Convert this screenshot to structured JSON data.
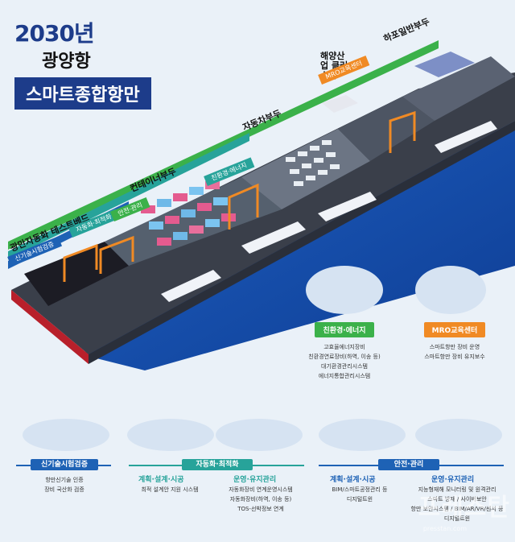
{
  "header": {
    "year": "2030년",
    "region": "광양항",
    "title": "스마트종합항만"
  },
  "zones": [
    {
      "name": "광만자동화 테스트베드"
    },
    {
      "name": "컨테이너부두"
    },
    {
      "name": "자동차부두"
    },
    {
      "name": "해양산업 클러스터"
    },
    {
      "name": "하포일반부두"
    }
  ],
  "bands": [
    {
      "text": "신기술시험검증"
    },
    {
      "text": "자동화·최적화"
    },
    {
      "text": "안전·관리"
    },
    {
      "text": "친환경·에너지"
    },
    {
      "text": "MRO교육센터"
    }
  ],
  "cards": {
    "eco": {
      "title": "친환경·에너지",
      "lines": [
        "고효율에너지장비",
        "친환경연료장비(하역, 이송 등)",
        "대기환경관리시스템",
        "에너지통합관리시스템"
      ]
    },
    "mro": {
      "title": "MRO교육센터",
      "lines": [
        "스마트항만 장비 운영",
        "스마트항만 장비 유지보수"
      ]
    }
  },
  "bottom": {
    "pill_test": "신기술시험검증",
    "pill_auto": "자동화·최적화",
    "pill_safety": "안전·관리",
    "test": {
      "lines": [
        "항만신기술 인증",
        "장비 국산화 검증"
      ]
    },
    "plan": {
      "title": "계획·설계·시공",
      "lines": [
        "최적 설계안 지원 시스템"
      ]
    },
    "ops": {
      "title": "운영·유지관리",
      "lines": [
        "자동화장비 연계운영시스템",
        "자동화장비(하역, 이송 등)",
        "TOS-선박정보 연계"
      ]
    },
    "s_plan": {
      "title": "계획·설계·시공",
      "lines": [
        "BIM/스마트공정관리 등",
        "디지털트윈"
      ]
    },
    "s_ops": {
      "title": "운영·유지관리",
      "lines": [
        "지능형재해 모니터링 및 원격관리",
        "스마트 방재 / 사이버보안",
        "항만 보안시스템 / BIM/AR/VR/센서 등",
        "디지털트윈"
      ]
    }
  },
  "watermark": {
    "text": "프레스탄",
    "sub": "presstan.com"
  },
  "colors": {
    "navy": "#1d3c8a",
    "blue": "#1e62b5",
    "teal": "#27a39a",
    "green": "#3bb14a",
    "orange": "#f08a24",
    "red": "#c8102e",
    "sky": "#2d8fd6"
  }
}
